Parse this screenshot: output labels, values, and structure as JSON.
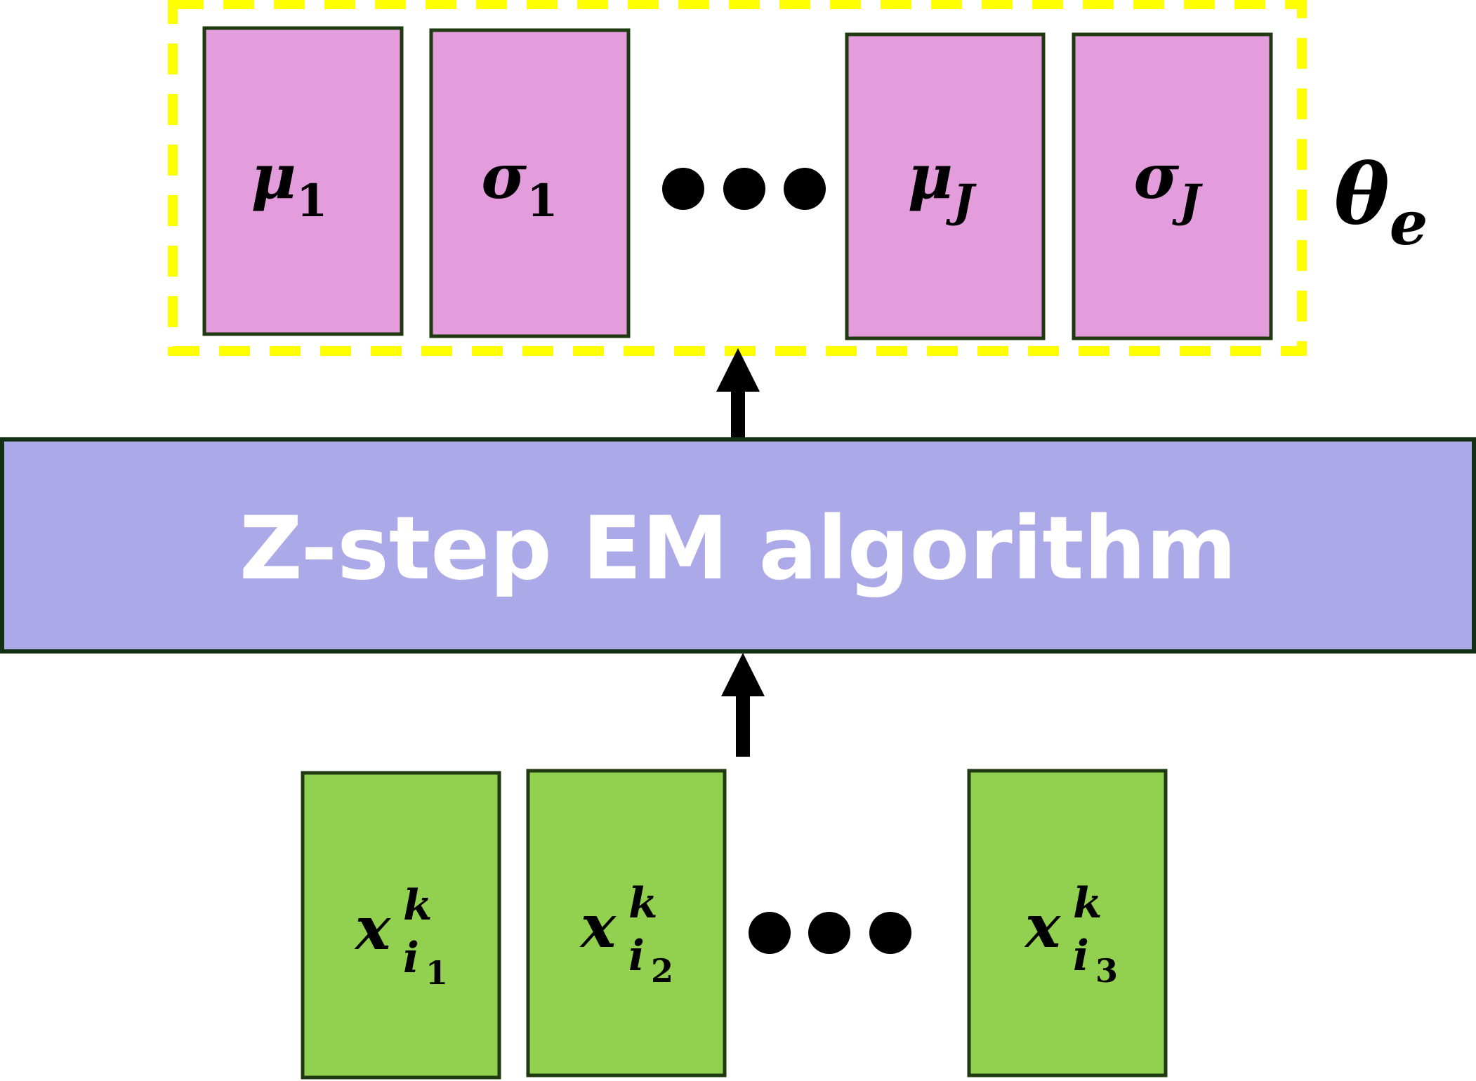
{
  "colors": {
    "param_box_fill": "#E39DDC",
    "input_box_fill": "#92D050",
    "box_border": "#1F3A10",
    "banner_fill": "#ABA9E8",
    "banner_border": "#143014",
    "group_border": "#FFFF00",
    "arrow": "#000000"
  },
  "parameter_group": {
    "label": "θ",
    "label_subscript": "e",
    "boxes": [
      {
        "symbol": "μ",
        "subscript": "1"
      },
      {
        "symbol": "σ",
        "subscript": "1"
      },
      {
        "symbol": "μ",
        "subscript": "J"
      },
      {
        "symbol": "σ",
        "subscript": "J"
      }
    ],
    "ellipsis": "●●●"
  },
  "algorithm_banner": {
    "label": "Z-step EM algorithm"
  },
  "input_group": {
    "boxes": [
      {
        "symbol": "x",
        "superscript": "k",
        "subscript": "i",
        "sub_subscript": "1"
      },
      {
        "symbol": "x",
        "superscript": "k",
        "subscript": "i",
        "sub_subscript": "2"
      },
      {
        "symbol": "x",
        "superscript": "k",
        "subscript": "i",
        "sub_subscript": "3"
      }
    ],
    "ellipsis": "●●●"
  }
}
